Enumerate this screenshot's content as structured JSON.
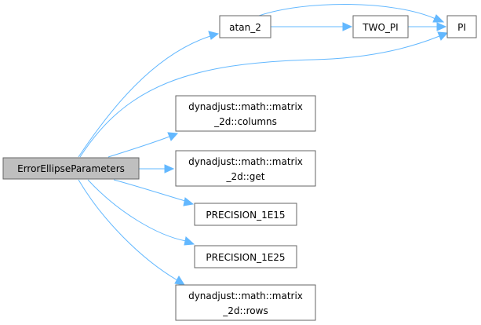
{
  "colors": {
    "edge": "#63b8ff",
    "node_border": "#666666",
    "root_fill": "#bfbfbf",
    "node_fill": "#ffffff"
  },
  "nodes": {
    "root": {
      "lines": [
        "ErrorEllipseParameters"
      ]
    },
    "atan2": {
      "lines": [
        "atan_2"
      ]
    },
    "two_pi": {
      "lines": [
        "TWO_PI"
      ]
    },
    "pi": {
      "lines": [
        "PI"
      ]
    },
    "columns": {
      "lines": [
        "dynadjust::math::matrix",
        "_2d::columns"
      ]
    },
    "get": {
      "lines": [
        "dynadjust::math::matrix",
        "_2d::get"
      ]
    },
    "prec15": {
      "lines": [
        "PRECISION_1E15"
      ]
    },
    "prec25": {
      "lines": [
        "PRECISION_1E25"
      ]
    },
    "rows": {
      "lines": [
        "dynadjust::math::matrix",
        "_2d::rows"
      ]
    }
  },
  "edges": [
    {
      "from": "root",
      "to": "atan2"
    },
    {
      "from": "root",
      "to": "pi"
    },
    {
      "from": "root",
      "to": "columns"
    },
    {
      "from": "root",
      "to": "get"
    },
    {
      "from": "root",
      "to": "prec15"
    },
    {
      "from": "root",
      "to": "prec25"
    },
    {
      "from": "root",
      "to": "rows"
    },
    {
      "from": "atan2",
      "to": "pi"
    },
    {
      "from": "atan2",
      "to": "two_pi"
    },
    {
      "from": "two_pi",
      "to": "pi"
    }
  ]
}
